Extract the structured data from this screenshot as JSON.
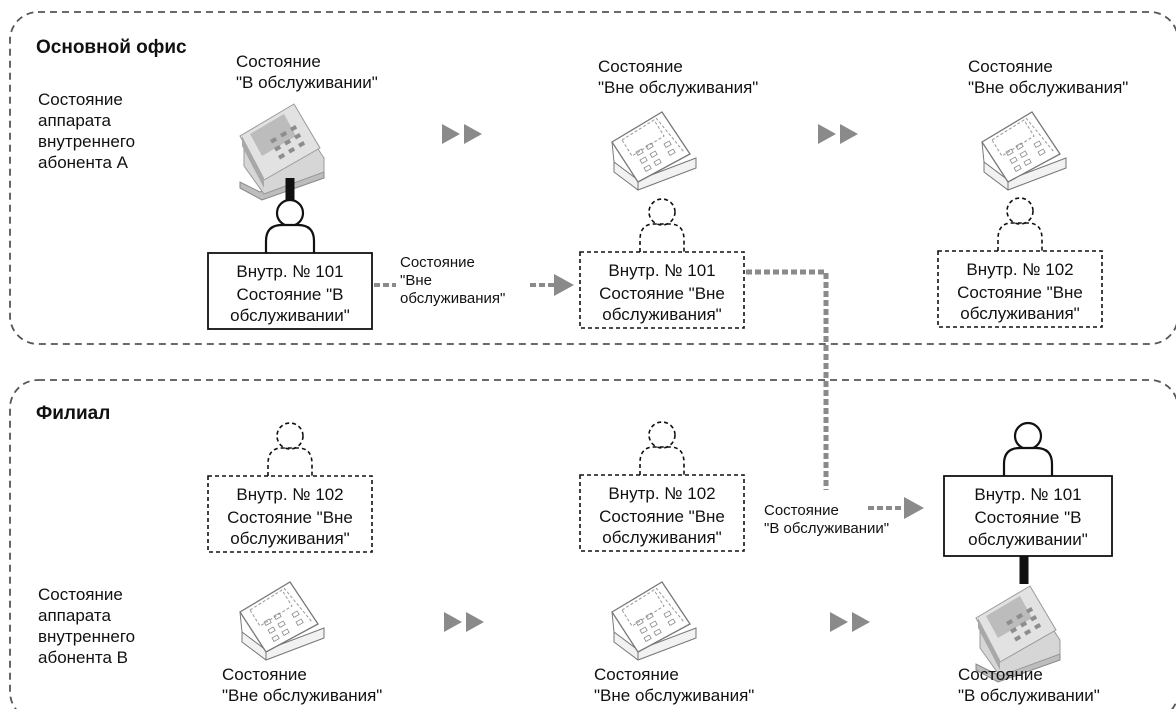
{
  "sections": {
    "main_office": {
      "title": "Основной офис"
    },
    "branch": {
      "title": "Филиал"
    }
  },
  "row_labels": {
    "phone_a": [
      "Состояние",
      "аппарата",
      "внутреннего",
      "абонента A"
    ],
    "phone_b": [
      "Состояние",
      "аппарата",
      "внутреннего",
      "абонента B"
    ]
  },
  "phone_states": {
    "a1": [
      "Состояние",
      "\"В обслуживании\""
    ],
    "a2": [
      "Состояние",
      "\"Вне обслуживания\""
    ],
    "a3": [
      "Состояние",
      "\"Вне обслуживания\""
    ],
    "b1": [
      "Состояние",
      "\"Вне обслуживания\""
    ],
    "b2": [
      "Состояние",
      "\"Вне обслуживания\""
    ],
    "b3": [
      "Состояние",
      "\"В обслуживании\""
    ]
  },
  "ext_boxes": {
    "a1": [
      "Внутр. № 101",
      "Состояние \"В",
      "обслуживании\""
    ],
    "a2": [
      "Внутр. № 101",
      "Состояние \"Вне",
      "обслуживания\""
    ],
    "a3": [
      "Внутр. № 102",
      "Состояние \"Вне",
      "обслуживания\""
    ],
    "b1": [
      "Внутр. № 102",
      "Состояние \"Вне",
      "обслуживания\""
    ],
    "b2": [
      "Внутр. № 102",
      "Состояние \"Вне",
      "обслуживания\""
    ],
    "b3": [
      "Внутр. № 101",
      "Состояние \"В",
      "обслуживании\""
    ]
  },
  "transitions": {
    "to_out_of_service": [
      "Состояние",
      "\"Вне",
      "обслуживания\""
    ],
    "to_in_service": [
      "Состояние",
      "\"В обслуживании\""
    ]
  },
  "colors": {
    "line": "#555555",
    "arrow": "#8a8a8a",
    "phone_dark": "#9a9a9a",
    "phone_light": "#dcdcdc"
  }
}
